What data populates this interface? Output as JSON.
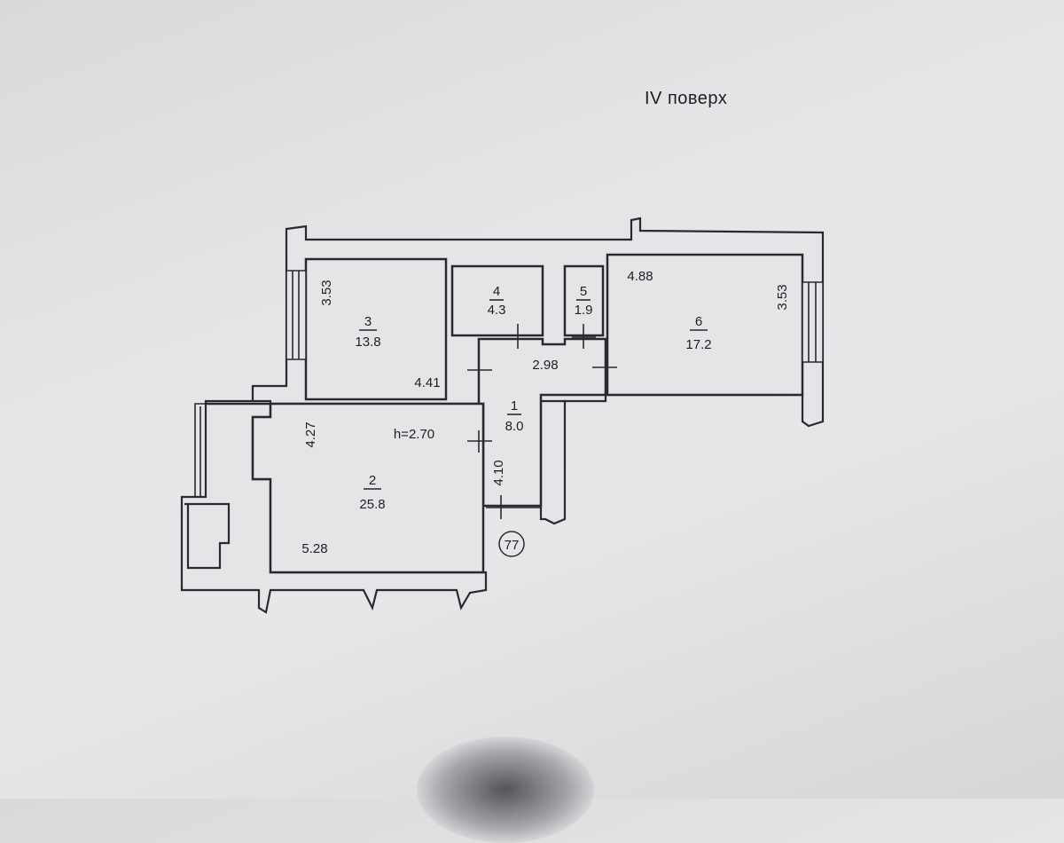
{
  "floor_title": "IV поверх",
  "rooms": [
    {
      "number": "1",
      "area": "8.0"
    },
    {
      "number": "2",
      "area": "25.8"
    },
    {
      "number": "3",
      "area": "13.8"
    },
    {
      "number": "4",
      "area": "4.3"
    },
    {
      "number": "5",
      "area": "1.9"
    },
    {
      "number": "6",
      "area": "17.2"
    }
  ],
  "dimensions": {
    "room3_height": "3.53",
    "room3_width": "4.41",
    "corridor_width": "2.98",
    "room6_width": "4.88",
    "room6_height": "3.53",
    "room2_height": "4.27",
    "ceiling_height": "h=2.70",
    "corridor_length": "4.10",
    "room2_width": "5.28"
  },
  "apartment_number": "77"
}
